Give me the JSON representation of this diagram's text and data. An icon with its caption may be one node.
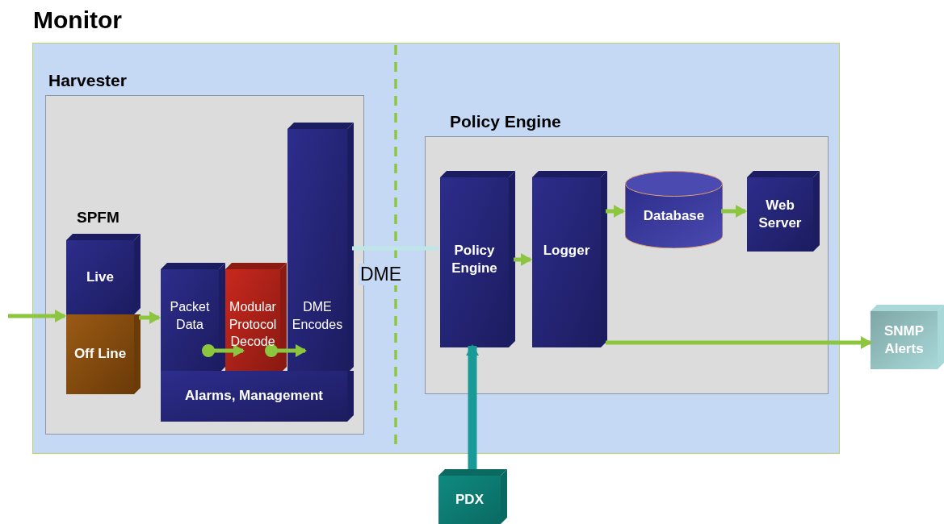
{
  "diagram": {
    "nodes": [
      {
        "text": [
          "Monitor"
        ]
      },
      {
        "text": [
          "Harvester"
        ],
        "in": 0
      },
      {
        "text": [
          "Live"
        ],
        "in": 1
      },
      {
        "text": [
          "Off Line"
        ],
        "in": 1
      },
      {
        "text": [
          "Packet Data"
        ],
        "in": 1
      },
      {
        "text": [
          "Modular Protocol Decode"
        ],
        "in": 1
      },
      {
        "text": [
          "DME Encodes"
        ],
        "in": 1
      },
      {
        "text": [
          "Alarms, Management"
        ],
        "in": 1
      },
      {
        "text": [
          "Policy Engine"
        ],
        "in": 0
      },
      {
        "text": [
          "Policy Engine"
        ],
        "in": 8
      },
      {
        "text": [
          "Logger"
        ],
        "in": 8
      },
      {
        "text": [
          "Database"
        ],
        "in": 8
      },
      {
        "text": [
          "Web Server"
        ],
        "in": 8
      },
      {
        "text": [
          "SNMP Alerts"
        ]
      },
      {
        "text": [
          "PDX"
        ]
      }
    ],
    "edges": [
      {
        "from": null,
        "to": 3,
        "arrow": "to"
      },
      {
        "from": 3,
        "to": 4,
        "arrow": "to"
      },
      {
        "from": 4,
        "to": 5,
        "arrow": "to"
      },
      {
        "from": 5,
        "to": 6,
        "arrow": "to"
      },
      {
        "from": 6,
        "to": 9,
        "arrow": "none",
        "label": "DME",
        "color": "#bfe6e6"
      },
      {
        "from": 9,
        "to": 10,
        "arrow": "to"
      },
      {
        "from": 10,
        "to": 11,
        "arrow": "to"
      },
      {
        "from": 11,
        "to": 12,
        "arrow": "to"
      },
      {
        "from": 10,
        "to": 13,
        "arrow": "to"
      },
      {
        "from": 14,
        "to": 9,
        "arrow": "to",
        "style": "thick",
        "color": "#1a9a96"
      }
    ],
    "labels": [
      "SPFM"
    ]
  }
}
